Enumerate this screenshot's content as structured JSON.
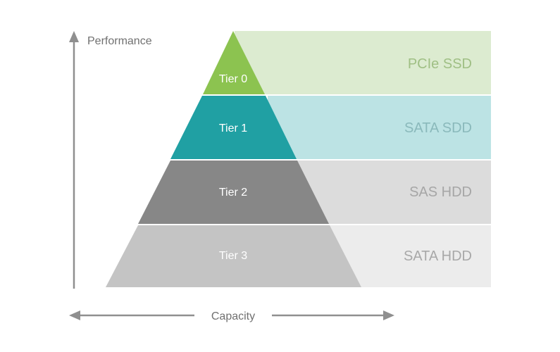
{
  "axes": {
    "y_label": "Performance",
    "x_label": "Capacity",
    "color": "#8f8f8f"
  },
  "tiers": [
    {
      "label": "Tier 0",
      "technology": "PCIe SSD",
      "tier_color": "#8cc350",
      "band_color": "#dcebd0",
      "text_color": "#9fbf84"
    },
    {
      "label": "Tier 1",
      "technology": "SATA SDD",
      "tier_color": "#20a0a3",
      "band_color": "#bce3e4",
      "text_color": "#8ab9bb"
    },
    {
      "label": "Tier 2",
      "technology": "SAS HDD",
      "tier_color": "#878787",
      "band_color": "#dcdcdc",
      "text_color": "#a6a6a6"
    },
    {
      "label": "Tier 3",
      "technology": "SATA HDD",
      "tier_color": "#c4c4c4",
      "band_color": "#ececec",
      "text_color": "#a8a8a8"
    }
  ]
}
